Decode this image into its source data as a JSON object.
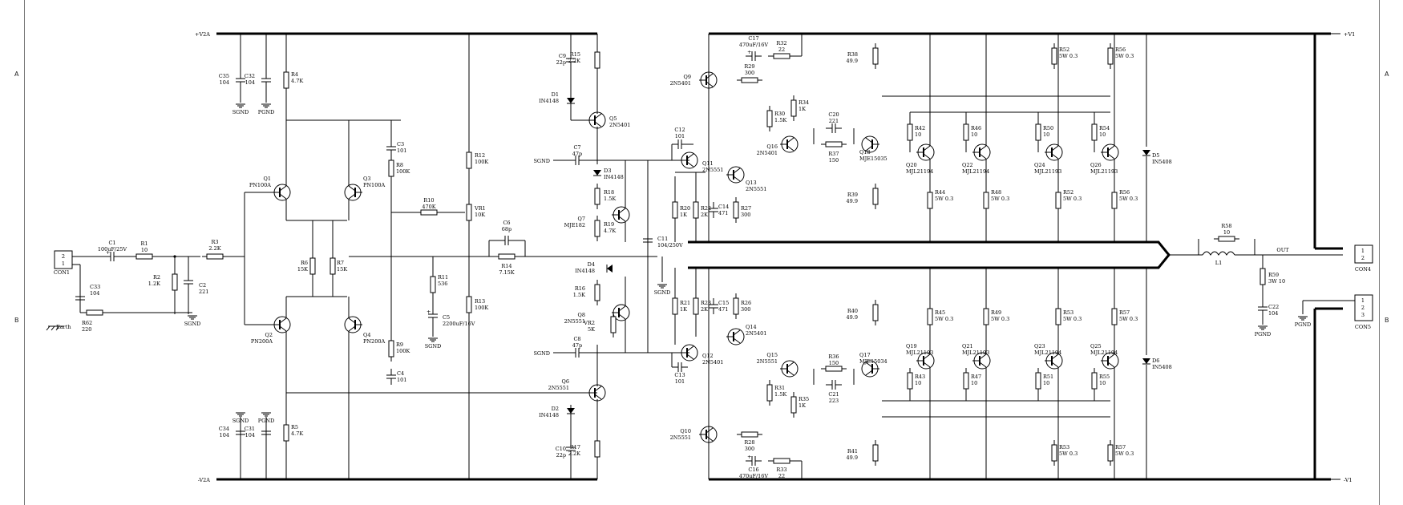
{
  "frame": {
    "zones_left": [
      "A",
      "B"
    ],
    "zones_right": [
      "A",
      "B"
    ]
  },
  "rails": {
    "pos_small": "+V2A",
    "neg_small": "-V2A",
    "pos": "+V1",
    "neg": "-V1"
  },
  "connectors": {
    "con1": {
      "ref": "CON1",
      "pins": [
        "2",
        "1"
      ]
    },
    "con4": {
      "ref": "CON4",
      "pins": [
        "1",
        "2"
      ]
    },
    "con5": {
      "ref": "CON5",
      "pins": [
        "1",
        "2",
        "3"
      ]
    }
  },
  "nets": {
    "out": "OUT",
    "sgnd": "SGND",
    "pgnd": "PGND",
    "earth": "Earth"
  },
  "resistors": [
    {
      "ref": "R1",
      "val": "10"
    },
    {
      "ref": "R2",
      "val": "1.2K"
    },
    {
      "ref": "R3",
      "val": "2.2K"
    },
    {
      "ref": "R4",
      "val": "4.7K"
    },
    {
      "ref": "R5",
      "val": "4.7K"
    },
    {
      "ref": "R6",
      "val": "15K"
    },
    {
      "ref": "R7",
      "val": "15K"
    },
    {
      "ref": "R8",
      "val": "100K"
    },
    {
      "ref": "R9",
      "val": "100K"
    },
    {
      "ref": "R10",
      "val": "470K"
    },
    {
      "ref": "R11",
      "val": "536"
    },
    {
      "ref": "R12",
      "val": "100K"
    },
    {
      "ref": "R13",
      "val": "100K"
    },
    {
      "ref": "R14",
      "val": "7.15K"
    },
    {
      "ref": "R15",
      "val": "2.2K"
    },
    {
      "ref": "R16",
      "val": "1.5K"
    },
    {
      "ref": "R17",
      "val": "2.2K"
    },
    {
      "ref": "R18",
      "val": "1.5K"
    },
    {
      "ref": "R19",
      "val": "4.7K"
    },
    {
      "ref": "R20",
      "val": "1K"
    },
    {
      "ref": "R21",
      "val": "1K"
    },
    {
      "ref": "R22",
      "val": "2K"
    },
    {
      "ref": "R23",
      "val": "2K"
    },
    {
      "ref": "R26",
      "val": "300"
    },
    {
      "ref": "R27",
      "val": "300"
    },
    {
      "ref": "R28",
      "val": "300"
    },
    {
      "ref": "R29",
      "val": "300"
    },
    {
      "ref": "R30",
      "val": "1.5K"
    },
    {
      "ref": "R31",
      "val": "1.5K"
    },
    {
      "ref": "R32",
      "val": "22"
    },
    {
      "ref": "R33",
      "val": "22"
    },
    {
      "ref": "R34",
      "val": "1K"
    },
    {
      "ref": "R35",
      "val": "1K"
    },
    {
      "ref": "R36",
      "val": "150"
    },
    {
      "ref": "R37",
      "val": "150"
    },
    {
      "ref": "R38",
      "val": "49.9"
    },
    {
      "ref": "R39",
      "val": "49.9"
    },
    {
      "ref": "R40",
      "val": "49.9"
    },
    {
      "ref": "R41",
      "val": "49.9"
    },
    {
      "ref": "R42",
      "val": "10"
    },
    {
      "ref": "R43",
      "val": "10"
    },
    {
      "ref": "R44",
      "val": "5W 0.3"
    },
    {
      "ref": "R45",
      "val": "5W 0.3"
    },
    {
      "ref": "R46",
      "val": "10"
    },
    {
      "ref": "R47",
      "val": "10"
    },
    {
      "ref": "R48",
      "val": "5W 0.3"
    },
    {
      "ref": "R49",
      "val": "5W 0.3"
    },
    {
      "ref": "R50",
      "val": "10"
    },
    {
      "ref": "R51",
      "val": "10"
    },
    {
      "ref": "R52",
      "val": "5W 0.3"
    },
    {
      "ref": "R53",
      "val": "5W 0.3"
    },
    {
      "ref": "R54",
      "val": "10"
    },
    {
      "ref": "R55",
      "val": "10"
    },
    {
      "ref": "R56",
      "val": "5W 0.3"
    },
    {
      "ref": "R57",
      "val": "5W 0.3"
    },
    {
      "ref": "R58",
      "val": "10"
    },
    {
      "ref": "R59",
      "val": "3W 10"
    },
    {
      "ref": "R62",
      "val": "220"
    },
    {
      "ref": "VR1",
      "val": "10K"
    },
    {
      "ref": "VR2",
      "val": "5K"
    }
  ],
  "capacitors": [
    {
      "ref": "C1",
      "val": "100uF/25V"
    },
    {
      "ref": "C2",
      "val": "221"
    },
    {
      "ref": "C3",
      "val": "101"
    },
    {
      "ref": "C4",
      "val": "101"
    },
    {
      "ref": "C5",
      "val": "2200uF/16V"
    },
    {
      "ref": "C6",
      "val": "68p"
    },
    {
      "ref": "C7",
      "val": "47p"
    },
    {
      "ref": "C8",
      "val": "47p"
    },
    {
      "ref": "C9",
      "val": "22p"
    },
    {
      "ref": "C10",
      "val": "22p"
    },
    {
      "ref": "C11",
      "val": "104/250V"
    },
    {
      "ref": "C12",
      "val": "101"
    },
    {
      "ref": "C13",
      "val": "101"
    },
    {
      "ref": "C14",
      "val": "471"
    },
    {
      "ref": "C15",
      "val": "471"
    },
    {
      "ref": "C16",
      "val": "470uF/16V"
    },
    {
      "ref": "C17",
      "val": "470uF/16V"
    },
    {
      "ref": "C20",
      "val": "221"
    },
    {
      "ref": "C21",
      "val": "223"
    },
    {
      "ref": "C22",
      "val": "104"
    },
    {
      "ref": "C31",
      "val": "104"
    },
    {
      "ref": "C32",
      "val": "104"
    },
    {
      "ref": "C33",
      "val": "104"
    },
    {
      "ref": "C34",
      "val": "104"
    },
    {
      "ref": "C35",
      "val": "104"
    }
  ],
  "transistors": [
    {
      "ref": "Q1",
      "val": "PN100A"
    },
    {
      "ref": "Q2",
      "val": "PN200A"
    },
    {
      "ref": "Q3",
      "val": "PN100A"
    },
    {
      "ref": "Q4",
      "val": "PN200A"
    },
    {
      "ref": "Q5",
      "val": "2N5401"
    },
    {
      "ref": "Q6",
      "val": "2N5551"
    },
    {
      "ref": "Q7",
      "val": "MJE182"
    },
    {
      "ref": "Q8",
      "val": "2N5551"
    },
    {
      "ref": "Q9",
      "val": "2N5401"
    },
    {
      "ref": "Q10",
      "val": "2N5551"
    },
    {
      "ref": "Q11",
      "val": "2N5551"
    },
    {
      "ref": "Q12",
      "val": "2N5401"
    },
    {
      "ref": "Q13",
      "val": "2N5551"
    },
    {
      "ref": "Q14",
      "val": "2N5401"
    },
    {
      "ref": "Q15",
      "val": "2N5551"
    },
    {
      "ref": "Q16",
      "val": "2N5401"
    },
    {
      "ref": "Q17",
      "val": "MJE15034"
    },
    {
      "ref": "Q18",
      "val": "MJE15035"
    },
    {
      "ref": "Q19",
      "val": "MJL21193"
    },
    {
      "ref": "Q20",
      "val": "MJL21194"
    },
    {
      "ref": "Q21",
      "val": "MJL21193"
    },
    {
      "ref": "Q22",
      "val": "MJL21194"
    },
    {
      "ref": "Q23",
      "val": "MJL21194"
    },
    {
      "ref": "Q24",
      "val": "MJL21193"
    },
    {
      "ref": "Q25",
      "val": "MJL21194"
    },
    {
      "ref": "Q26",
      "val": "MJL21193"
    }
  ],
  "diodes": [
    {
      "ref": "D1",
      "val": "IN4148"
    },
    {
      "ref": "D2",
      "val": "IN4148"
    },
    {
      "ref": "D3",
      "val": "IN4148"
    },
    {
      "ref": "D4",
      "val": "IN4148"
    },
    {
      "ref": "D5",
      "val": "IN5408"
    },
    {
      "ref": "D6",
      "val": "IN5408"
    }
  ],
  "inductors": [
    {
      "ref": "L1",
      "val": ""
    }
  ]
}
